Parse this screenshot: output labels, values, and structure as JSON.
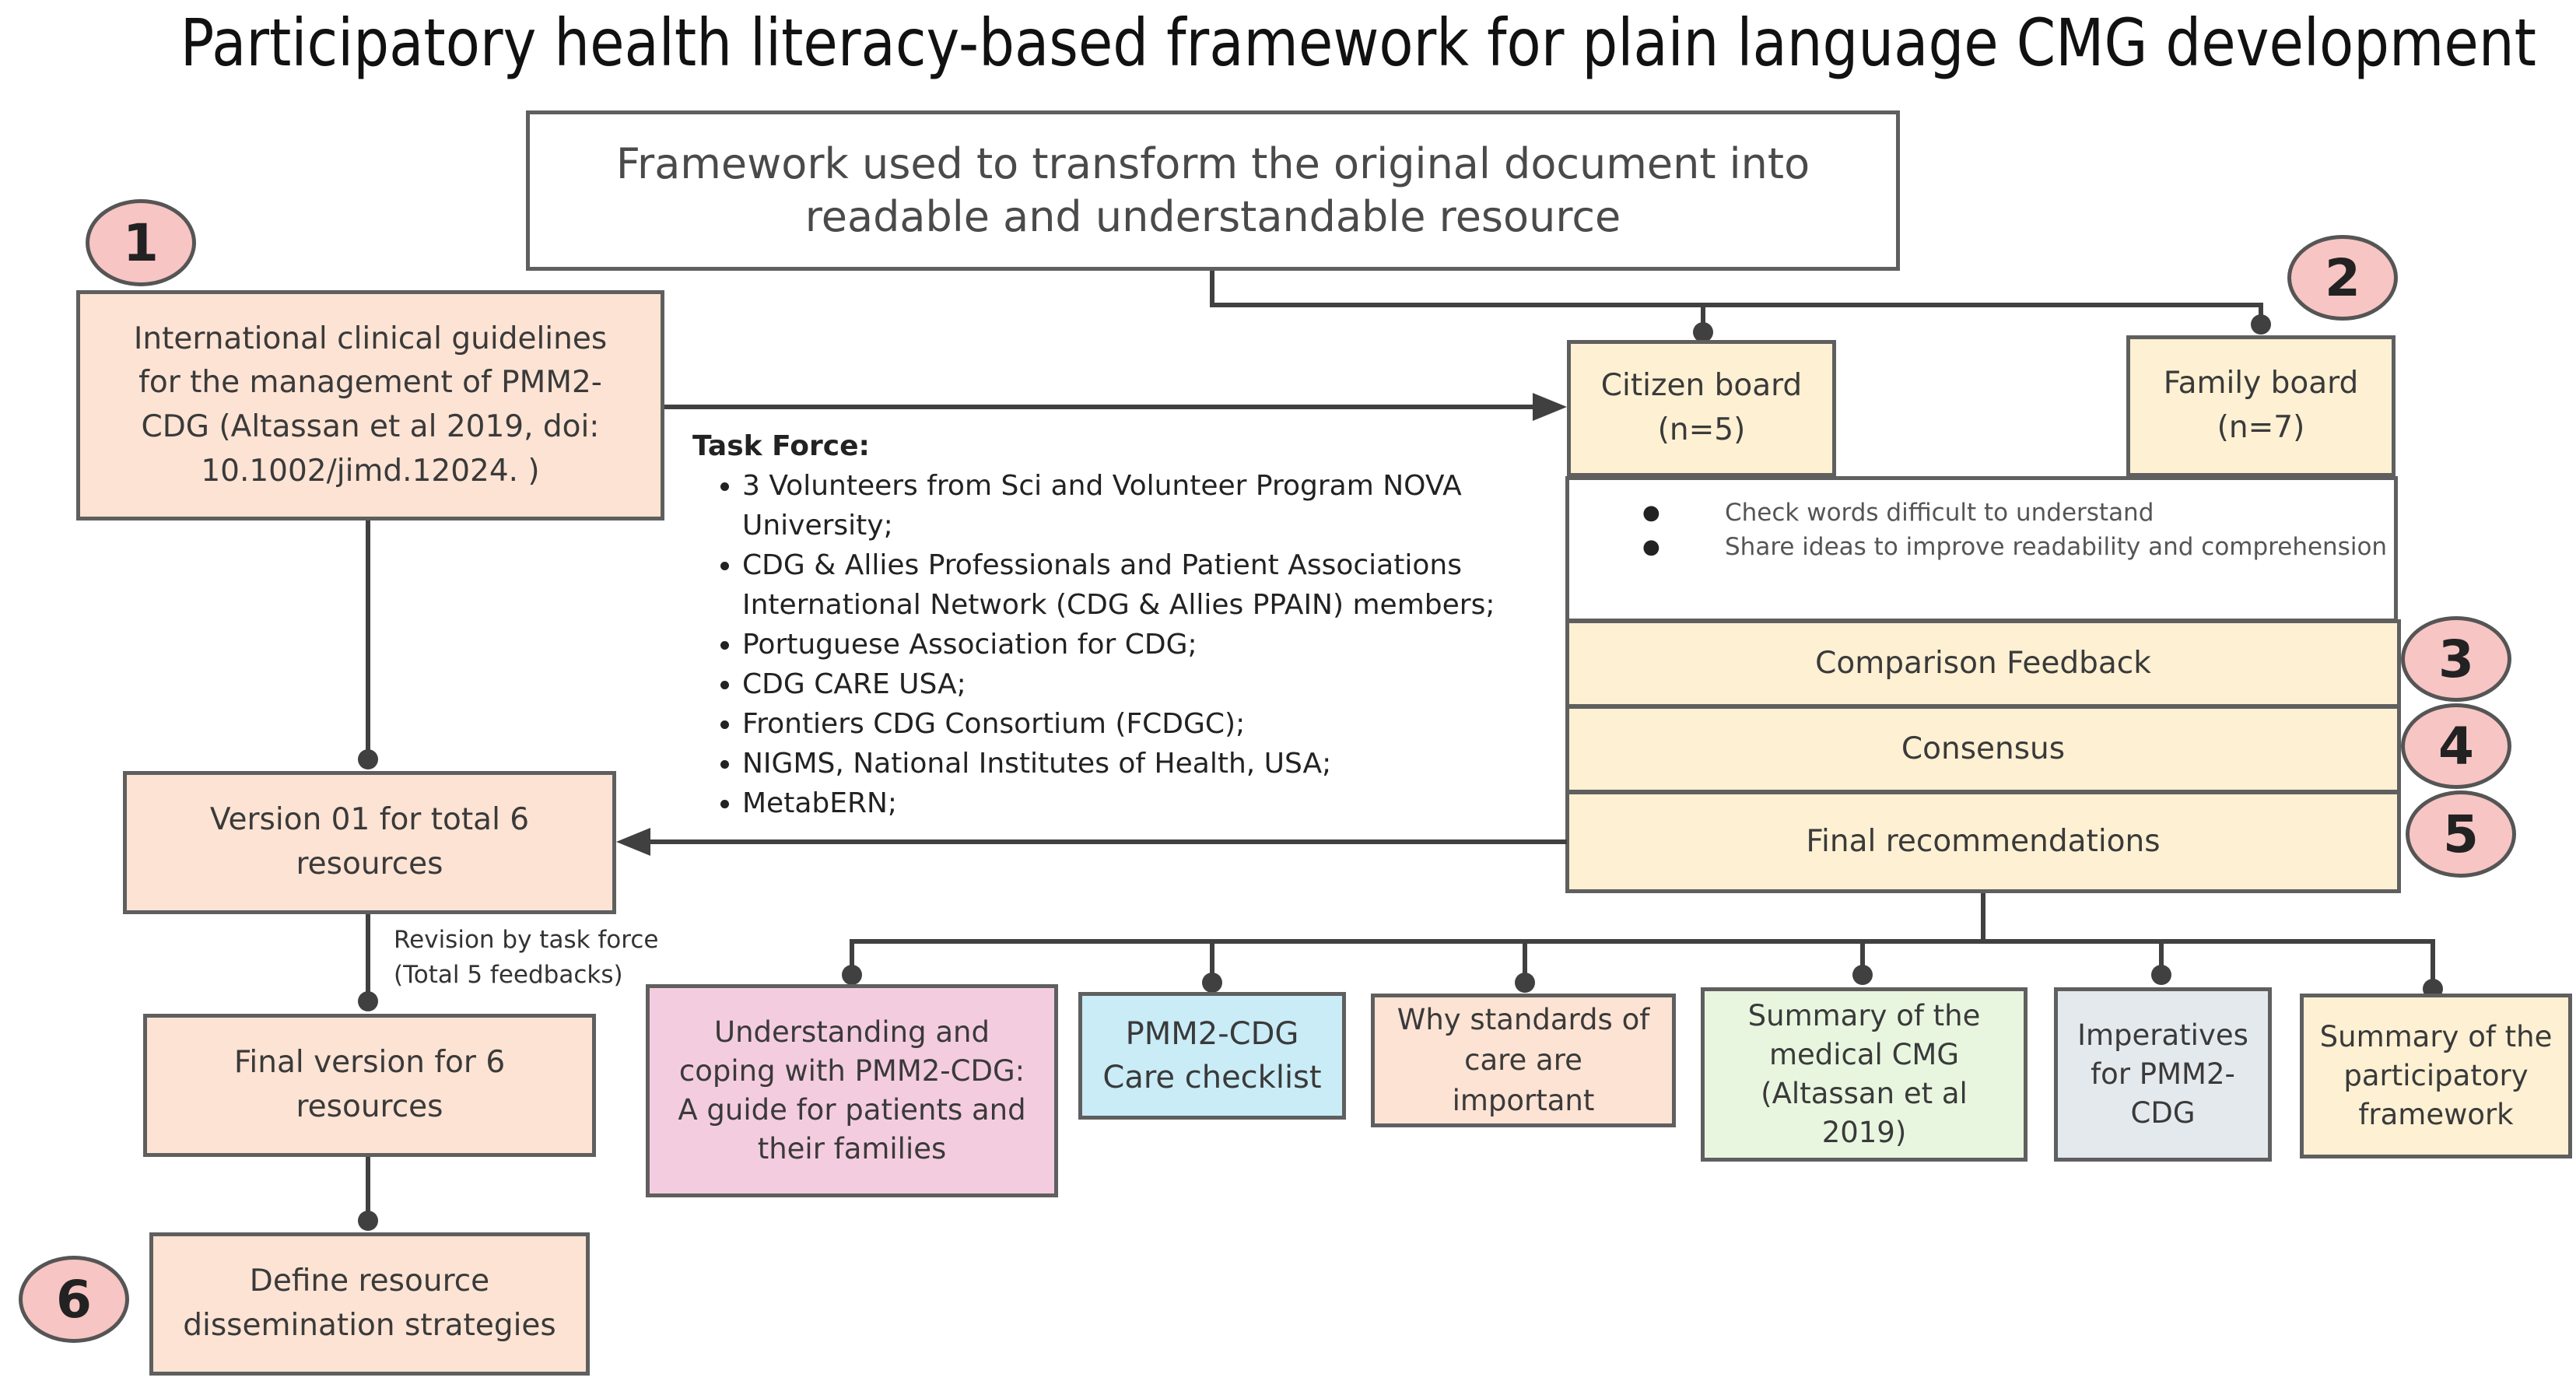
{
  "title": "Participatory health literacy-based framework for plain language CMG development",
  "framework_box": {
    "text": "Framework used to transform the original document into readable and understandable resource"
  },
  "badges": [
    "1",
    "2",
    "3",
    "4",
    "5",
    "6"
  ],
  "guidelines_box": {
    "text": "International clinical guidelines for the management of PMM2-CDG (Altassan et al 2019, doi: 10.1002/jimd.12024. )"
  },
  "citizen_board": {
    "text": "Citizen  board (n=5)"
  },
  "family_board": {
    "text": "Family board (n=7)"
  },
  "board_tasks": [
    "Check words difficult to understand",
    "Share  ideas to improve readability and comprehension"
  ],
  "stages": [
    "Comparison Feedback",
    "Consensus",
    "Final recommendations"
  ],
  "task_force": {
    "heading": "Task Force:",
    "members": [
      "3 Volunteers from Sci and Volunteer Program NOVA University;",
      "CDG & Allies Professionals and Patient Associations International Network (CDG & Allies PPAIN) members;",
      "Portuguese Association for CDG;",
      "CDG CARE USA;",
      "Frontiers CDG Consortium (FCDGC);",
      "NIGMS, National Institutes of Health, USA;",
      "MetabERN;"
    ]
  },
  "version_box": {
    "text": "Version 01 for total 6 resources"
  },
  "revision_note": "Revision by task force (Total 5 feedbacks)",
  "final_box": {
    "text": "Final version for 6 resources"
  },
  "dissemination_box": {
    "text": "Define resource dissemination strategies"
  },
  "resources": [
    {
      "text": "Understanding and coping with PMM2-CDG: A guide for patients and their families",
      "color": "#f4ccdf"
    },
    {
      "text": "PMM2-CDG Care checklist",
      "color": "#c9ecf7"
    },
    {
      "text": "Why standards of care are important",
      "color": "#fce3d4"
    },
    {
      "text": "Summary of the medical CMG (Altassan et al 2019)",
      "color": "#e8f6e0"
    },
    {
      "text": "Imperatives for PMM2-CDG",
      "color": "#e4e9ee"
    },
    {
      "text": "Summary of the participatory framework",
      "color": "#fdf0d3"
    }
  ],
  "colors": {
    "peach": "#fce3d4",
    "cream": "#fdf0d3",
    "badge": "#f7c5c3",
    "border": "#5f5f5f",
    "connector": "#404040"
  }
}
